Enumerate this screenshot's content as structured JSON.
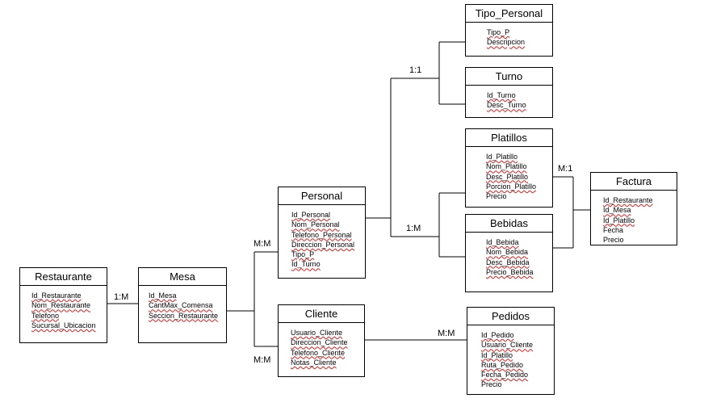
{
  "entities": {
    "restaurante": {
      "title": "Restaurante",
      "attrs": [
        "Id_Restaurante",
        "Nom_Restaurante",
        "Telefono",
        "Sucursal_Ubicacion"
      ]
    },
    "mesa": {
      "title": "Mesa",
      "attrs": [
        "Id_Mesa",
        "CantMax_Comensa",
        "Seccion_Restaurante"
      ]
    },
    "personal": {
      "title": "Personal",
      "attrs": [
        "Id_Personal",
        "Nom_Personal",
        "Telefono_Personal",
        "Direccion_Personal",
        "Tipo_P",
        "Id_Turno"
      ]
    },
    "cliente": {
      "title": "Cliente",
      "attrs": [
        "Usuario_Cliente",
        "Direccion_Cliente",
        "Telefono_Cliente",
        "Notas_Cliente"
      ]
    },
    "tipo_personal": {
      "title": "Tipo_Personal",
      "attrs": [
        "Tipo_P",
        "Descripcion"
      ]
    },
    "turno": {
      "title": "Turno",
      "attrs": [
        "Id_Turno",
        "Desc_Turno"
      ]
    },
    "platillos": {
      "title": "Platillos",
      "attrs": [
        "Id_Platillo",
        "Nom_Platillo",
        "Desc_Platillo",
        "Porcion_Platillo",
        "Precio"
      ]
    },
    "bebidas": {
      "title": "Bebidas",
      "attrs": [
        "Id_Bebida",
        "Nom_Bebida",
        "Desc_Bebida",
        "Precio_Bebida"
      ]
    },
    "factura": {
      "title": "Factura",
      "attrs": [
        "Id_Restaurante",
        "Id_Mesa",
        "Id_Platillo",
        "Fecha",
        "Precio"
      ]
    },
    "pedidos": {
      "title": "Pedidos",
      "attrs": [
        "Id_Pedido",
        "Usuario_Cliente",
        "Id_Platillo",
        "Ruta_Pedido",
        "Fecha_Pedido",
        "Precio"
      ]
    }
  },
  "relations": {
    "restaurante_mesa": "1:M",
    "mesa_personal": "M:M",
    "mesa_cliente": "M:M",
    "personal_tipo_turno": "1:1",
    "personal_platillos_bebidas": "1:M",
    "platillos_bebidas_factura": "M:1",
    "cliente_pedidos": "M:M"
  },
  "colors": {
    "line": "#000000",
    "spellcheck_underline": "#e21b1b"
  }
}
